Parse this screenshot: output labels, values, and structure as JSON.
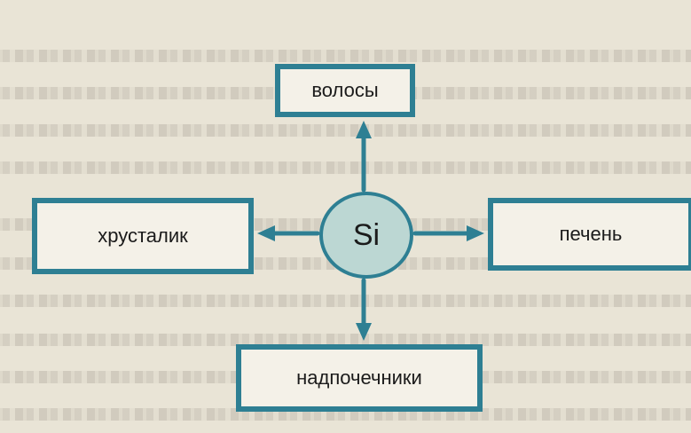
{
  "diagram": {
    "center": {
      "label": "Si"
    },
    "nodes": {
      "top": {
        "label": "волосы"
      },
      "left": {
        "label": "хрусталик"
      },
      "right": {
        "label": "печень"
      },
      "bottom": {
        "label": "надпочечники"
      }
    },
    "colors": {
      "frame": "#2e7f93",
      "circle_fill": "#bcd7d3",
      "page": "#e9e4d6"
    }
  }
}
